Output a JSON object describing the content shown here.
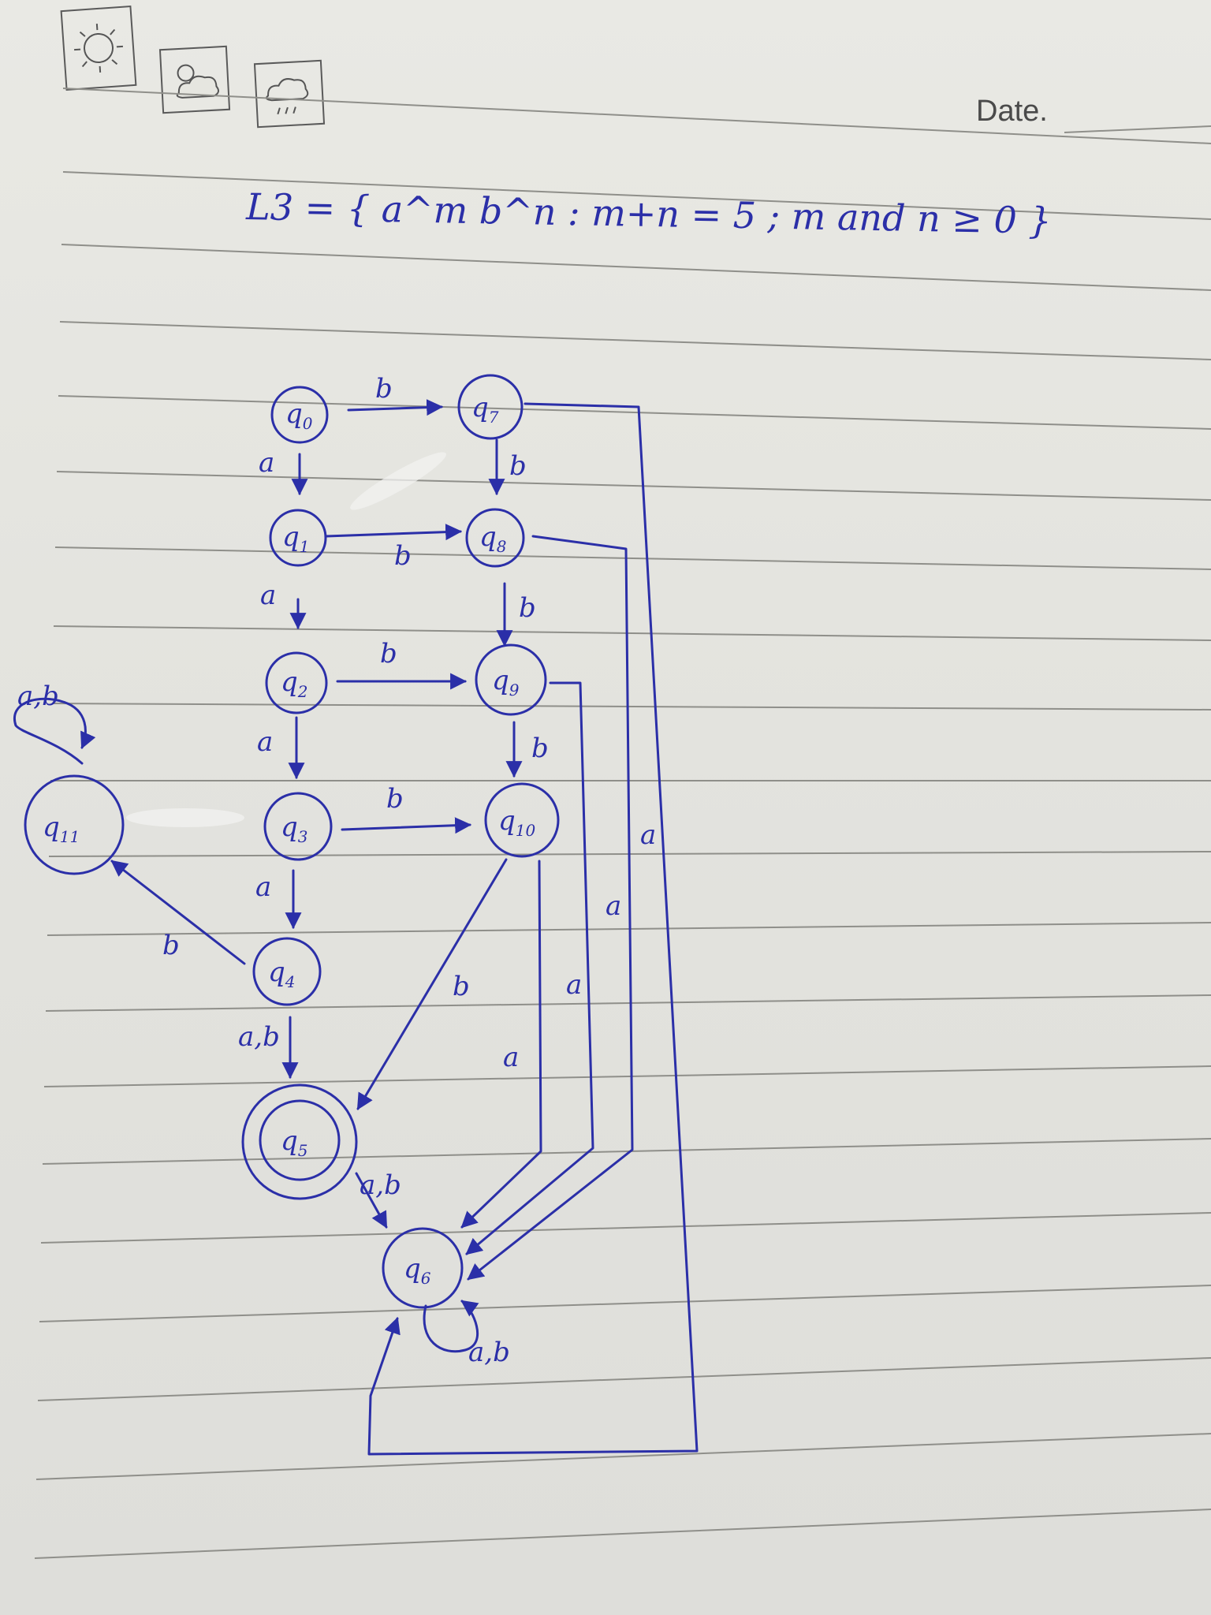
{
  "header": {
    "weather_icons": [
      "sun-icon",
      "partly-cloudy-icon",
      "rain-cloud-icon"
    ],
    "date_label": "Date."
  },
  "formula": "L3 = { a^m b^n : m+n = 5 ; m and n ≥ 0 }",
  "ink_color": "#2b2fa8",
  "states": [
    {
      "id": "q0",
      "base": "q",
      "sub": "0",
      "final": false
    },
    {
      "id": "q1",
      "base": "q",
      "sub": "1",
      "final": false
    },
    {
      "id": "q2",
      "base": "q",
      "sub": "2",
      "final": false
    },
    {
      "id": "q3",
      "base": "q",
      "sub": "3",
      "final": false
    },
    {
      "id": "q4",
      "base": "q",
      "sub": "4",
      "final": false
    },
    {
      "id": "q5",
      "base": "q",
      "sub": "5",
      "final": true
    },
    {
      "id": "q6",
      "base": "q",
      "sub": "6",
      "final": false
    },
    {
      "id": "q7",
      "base": "q",
      "sub": "7",
      "final": false
    },
    {
      "id": "q8",
      "base": "q",
      "sub": "8",
      "final": false
    },
    {
      "id": "q9",
      "base": "q",
      "sub": "9",
      "final": false
    },
    {
      "id": "q10",
      "base": "q",
      "sub": "10",
      "final": false
    },
    {
      "id": "q11",
      "base": "q",
      "sub": "11",
      "final": false
    }
  ],
  "transitions": [
    {
      "from": "q0",
      "to": "q7",
      "label": "b"
    },
    {
      "from": "q0",
      "to": "q1",
      "label": "a"
    },
    {
      "from": "q1",
      "to": "q8",
      "label": "b"
    },
    {
      "from": "q1",
      "to": "q2",
      "label": "a"
    },
    {
      "from": "q2",
      "to": "q9",
      "label": "b"
    },
    {
      "from": "q2",
      "to": "q3",
      "label": "a"
    },
    {
      "from": "q3",
      "to": "q10",
      "label": "b"
    },
    {
      "from": "q3",
      "to": "q4",
      "label": "a"
    },
    {
      "from": "q4",
      "to": "q5",
      "label": "a,b"
    },
    {
      "from": "q4",
      "to": "q11",
      "label": "b"
    },
    {
      "from": "q7",
      "to": "q8",
      "label": "b"
    },
    {
      "from": "q8",
      "to": "q9",
      "label": "b"
    },
    {
      "from": "q9",
      "to": "q10",
      "label": "b"
    },
    {
      "from": "q10",
      "to": "q5",
      "label": "b"
    },
    {
      "from": "q10",
      "to": "q6",
      "label": "a"
    },
    {
      "from": "q9",
      "to": "q6",
      "label": "a"
    },
    {
      "from": "q8",
      "to": "q6",
      "label": "a"
    },
    {
      "from": "q7",
      "to": "q6",
      "label": "a"
    },
    {
      "from": "q5",
      "to": "q6",
      "label": "a,b"
    },
    {
      "from": "q6",
      "to": "q6",
      "label": "a,b"
    },
    {
      "from": "q11",
      "to": "q11",
      "label": "a,b"
    }
  ]
}
